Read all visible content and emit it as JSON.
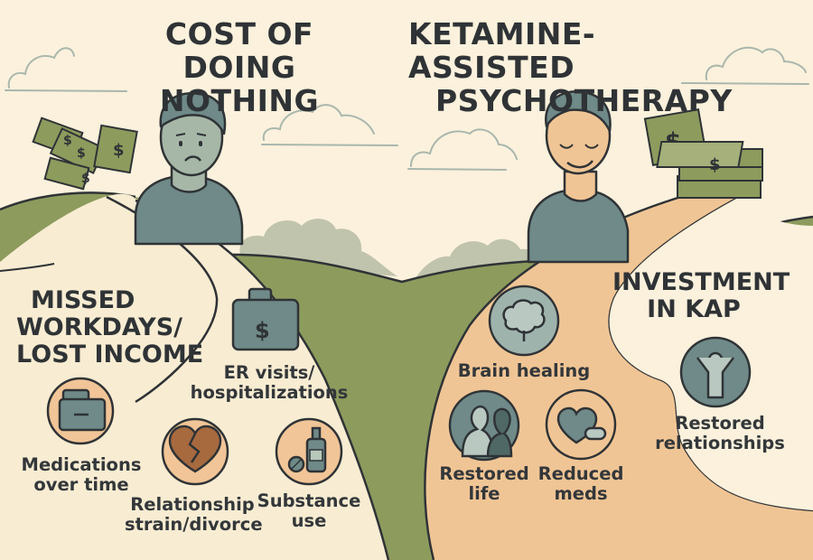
{
  "left": {
    "title_line1": "COST OF",
    "title_line2": "DOING NOTHING",
    "section_heading": [
      "MISSED",
      "WORKDAYS/",
      "LOST INCOME"
    ],
    "items": [
      {
        "icon": "medical-kit-icon",
        "label_line1": "Medications",
        "label_line2": "over time"
      },
      {
        "icon": "money-bag-icon",
        "label_line1": "ER visits/",
        "label_line2": "hospitalizations"
      },
      {
        "icon": "broken-heart-icon",
        "label_line1": "Relationship",
        "label_line2": "strain/divorce"
      },
      {
        "icon": "bottle-pill-icon",
        "label_line1": "Substance",
        "label_line2": "use"
      }
    ]
  },
  "right": {
    "title_line1": "KETAMINE-ASSISTED",
    "title_line2": "PSYCHOTHERAPY",
    "section_heading": [
      "INVESTMENT",
      "IN KAP"
    ],
    "items": [
      {
        "icon": "brain-icon",
        "label_line1": "Brain healing"
      },
      {
        "icon": "people-icon",
        "label_line1": "Restored",
        "label_line2": "life"
      },
      {
        "icon": "heart-pill-icon",
        "label_line1": "Reduced",
        "label_line2": "meds"
      },
      {
        "icon": "person-arms-up-icon",
        "label_line1": "Restored",
        "label_line2": "relationships"
      }
    ]
  },
  "colors": {
    "background": "#fbf1dc",
    "grass": "#8d9b5d",
    "path_left": "#f8ecd2",
    "path_right": "#f0c595",
    "ink": "#2f3336",
    "slate": "#6f8a88",
    "icon_circle_warm": "#f1c597",
    "icon_circle_cool": "#9fb3ad"
  }
}
